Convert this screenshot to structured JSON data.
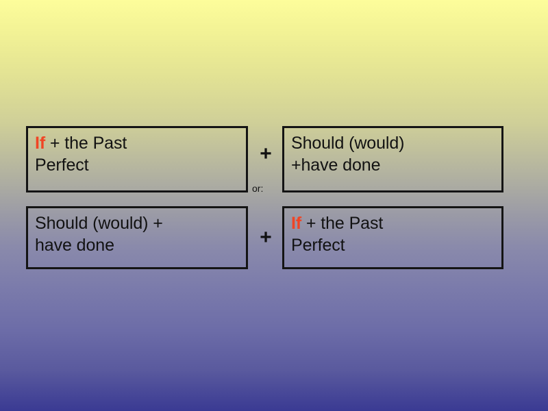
{
  "slide": {
    "background": {
      "top_color": "#fdfd9b",
      "bottom_color": "#3a3a93",
      "direction": "vertical-gradient"
    },
    "accent_color": "#f04524",
    "text_color": "#121212",
    "border_color": "#141414"
  },
  "diagram": {
    "type": "two-row-formula",
    "rows": [
      {
        "left_box": {
          "keyword": "If",
          "rest": " + the Past\nPerfect"
        },
        "connector": "+",
        "right_box": {
          "keyword": "",
          "rest": "Should (would)\n+have done"
        }
      },
      {
        "left_box": {
          "keyword": "",
          "rest": "Should (would) +\nhave done"
        },
        "connector": "+",
        "right_box": {
          "keyword": "If",
          "rest": " + the Past\nPerfect"
        }
      }
    ],
    "alternative_label": "or:"
  }
}
